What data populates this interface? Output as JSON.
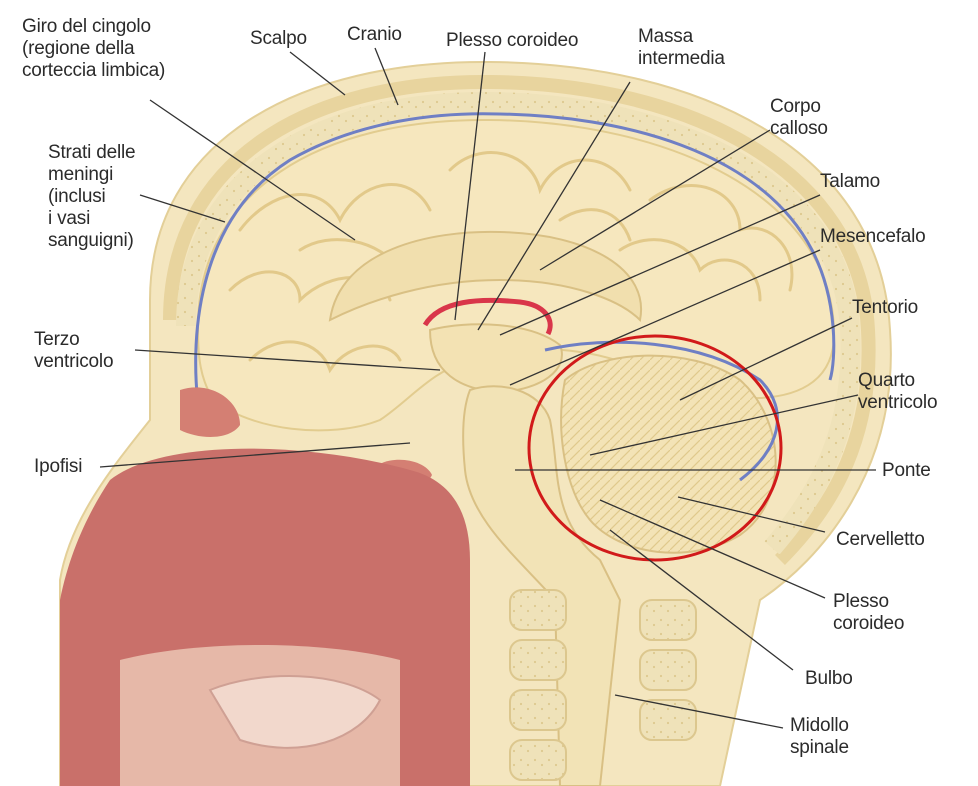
{
  "labels": {
    "giro_cingolo": [
      "Giro del cingolo",
      "(regione della",
      "corteccia limbica)"
    ],
    "scalpo": "Scalpo",
    "cranio": "Cranio",
    "plesso_coroideo_top": "Plesso coroideo",
    "massa_intermedia": [
      "Massa",
      "intermedia"
    ],
    "corpo_calloso": [
      "Corpo",
      "calloso"
    ],
    "talamo": "Talamo",
    "mesencefalo": "Mesencefalo",
    "tentorio": "Tentorio",
    "quarto_ventricolo": [
      "Quarto",
      "ventricolo"
    ],
    "ponte": "Ponte",
    "cervelletto": "Cervelletto",
    "plesso_coroideo_bottom": [
      "Plesso",
      "coroideo"
    ],
    "bulbo": "Bulbo",
    "midollo_spinale": [
      "Midollo",
      "spinale"
    ],
    "strati_meningi": [
      "Strati delle",
      "meningi",
      "(inclusi",
      "i vasi",
      "sanguigni)"
    ],
    "terzo_ventricolo": [
      "Terzo",
      "ventricolo"
    ],
    "ipofisi": "Ipofisi"
  },
  "colors": {
    "skin": "#f1e0b2",
    "skull": "#efe4c0",
    "brain": "#f5e6bd",
    "meninges": "#6f7fc4",
    "tongue": "#c9706a",
    "annotation": "#d11a1a",
    "leader": "#333333"
  }
}
